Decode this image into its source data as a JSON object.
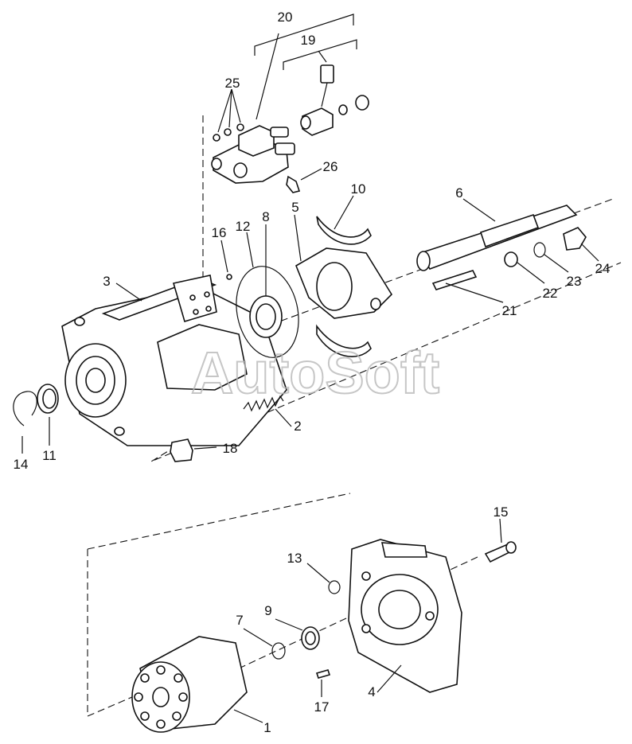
{
  "watermark": "AutoSoft",
  "callouts": {
    "c1": "1",
    "c2": "2",
    "c3": "3",
    "c4": "4",
    "c5": "5",
    "c6": "6",
    "c7": "7",
    "c8": "8",
    "c9": "9",
    "c10": "10",
    "c11": "11",
    "c12": "12",
    "c13": "13",
    "c14": "14",
    "c15": "15",
    "c16": "16",
    "c17": "17",
    "c18": "18",
    "c19": "19",
    "c20": "20",
    "c21": "21",
    "c22": "22",
    "c23": "23",
    "c24": "24",
    "c25": "25",
    "c26": "26"
  }
}
